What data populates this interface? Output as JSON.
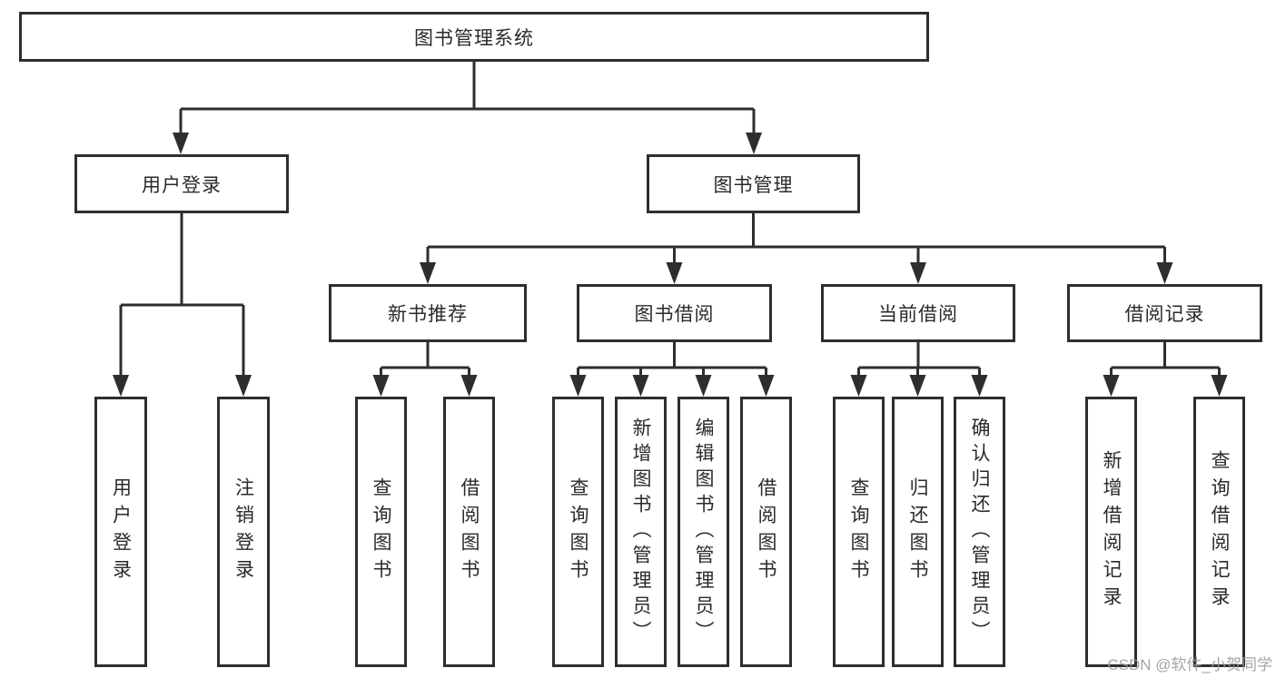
{
  "diagram_type": "function-structure-tree",
  "colors": {
    "line": "#2e2e2e",
    "box_border": "#2e2e2e",
    "box_fill": "#ffffff",
    "text": "#2a2a2a",
    "background": "#ffffff",
    "watermark_text": "#9b9b9b"
  },
  "watermark": "CSDN @软件_小贺同学",
  "tree": {
    "label": "图书管理系统",
    "children": [
      {
        "label": "用户登录",
        "children": [
          {
            "label": "用户登录"
          },
          {
            "label": "注销登录"
          }
        ]
      },
      {
        "label": "图书管理",
        "children": [
          {
            "label": "新书推荐",
            "children": [
              {
                "label": "查询图书"
              },
              {
                "label": "借阅图书"
              }
            ]
          },
          {
            "label": "图书借阅",
            "children": [
              {
                "label": "查询图书"
              },
              {
                "label": "新增图书（管理员）"
              },
              {
                "label": "编辑图书（管理员）"
              },
              {
                "label": "借阅图书"
              }
            ]
          },
          {
            "label": "当前借阅",
            "children": [
              {
                "label": "查询图书"
              },
              {
                "label": "归还图书"
              },
              {
                "label": "确认归还（管理员）"
              }
            ]
          },
          {
            "label": "借阅记录",
            "children": [
              {
                "label": "新增借阅记录"
              },
              {
                "label": "查询借阅记录"
              }
            ]
          }
        ]
      }
    ]
  }
}
